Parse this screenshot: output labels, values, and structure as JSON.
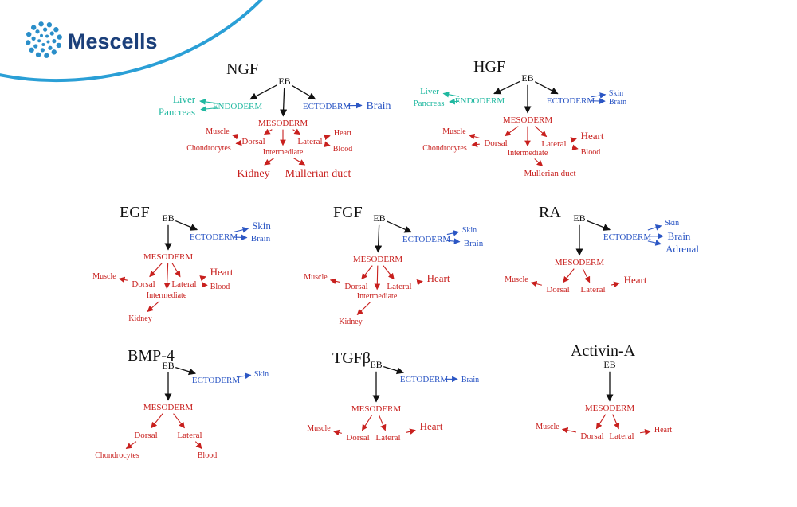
{
  "brand": {
    "name": "Mescells",
    "colors": {
      "text": "#1b3f7a",
      "arc": "#2a9fd6",
      "logo": "#2a8ec9"
    },
    "logo_icon": "dotted-ring-logo-icon"
  },
  "colors": {
    "ground": "#111111",
    "endoderm": "#1fb8a0",
    "mesoderm": "#c8201e",
    "ectoderm": "#2b56c4"
  },
  "panels": [
    {
      "id": "ngf",
      "title": "NGF",
      "nodes": [
        {
          "id": "eb",
          "text": "EB",
          "layer": "ground"
        },
        {
          "id": "endoderm",
          "text": "ENDODERM",
          "layer": "endoderm"
        },
        {
          "id": "liver",
          "text": "Liver",
          "layer": "endoderm"
        },
        {
          "id": "pancreas",
          "text": "Pancreas",
          "layer": "endoderm"
        },
        {
          "id": "ectoderm",
          "text": "ECTODERM",
          "layer": "ectoderm"
        },
        {
          "id": "brain",
          "text": "Brain",
          "layer": "ectoderm"
        },
        {
          "id": "mesoderm",
          "text": "MESODERM",
          "layer": "mesoderm"
        },
        {
          "id": "muscle",
          "text": "Muscle",
          "layer": "mesoderm"
        },
        {
          "id": "chondrocytes",
          "text": "Chondrocytes",
          "layer": "mesoderm"
        },
        {
          "id": "dorsal",
          "text": "Dorsal",
          "layer": "mesoderm"
        },
        {
          "id": "lateral",
          "text": "Lateral",
          "layer": "mesoderm"
        },
        {
          "id": "heart",
          "text": "Heart",
          "layer": "mesoderm"
        },
        {
          "id": "blood",
          "text": "Blood",
          "layer": "mesoderm"
        },
        {
          "id": "intermediate",
          "text": "Intermediate",
          "layer": "mesoderm"
        },
        {
          "id": "kidney",
          "text": "Kidney",
          "layer": "mesoderm"
        },
        {
          "id": "mullerian",
          "text": "Mullerian duct",
          "layer": "mesoderm"
        }
      ],
      "edges": [
        [
          "eb",
          "endoderm"
        ],
        [
          "eb",
          "mesoderm"
        ],
        [
          "eb",
          "ectoderm"
        ],
        [
          "endoderm",
          "liver"
        ],
        [
          "endoderm",
          "pancreas"
        ],
        [
          "ectoderm",
          "brain"
        ],
        [
          "mesoderm",
          "dorsal"
        ],
        [
          "mesoderm",
          "intermediate"
        ],
        [
          "mesoderm",
          "lateral"
        ],
        [
          "dorsal",
          "muscle"
        ],
        [
          "dorsal",
          "chondrocytes"
        ],
        [
          "lateral",
          "heart"
        ],
        [
          "lateral",
          "blood"
        ],
        [
          "intermediate",
          "kidney"
        ],
        [
          "intermediate",
          "mullerian"
        ]
      ]
    },
    {
      "id": "hgf",
      "title": "HGF",
      "nodes": [
        {
          "id": "eb",
          "text": "EB",
          "layer": "ground"
        },
        {
          "id": "endoderm",
          "text": "ENDODERM",
          "layer": "endoderm"
        },
        {
          "id": "liver",
          "text": "Liver",
          "layer": "endoderm"
        },
        {
          "id": "pancreas",
          "text": "Pancreas",
          "layer": "endoderm"
        },
        {
          "id": "ectoderm",
          "text": "ECTODERM",
          "layer": "ectoderm"
        },
        {
          "id": "skin",
          "text": "Skin",
          "layer": "ectoderm"
        },
        {
          "id": "brain",
          "text": "Brain",
          "layer": "ectoderm"
        },
        {
          "id": "mesoderm",
          "text": "MESODERM",
          "layer": "mesoderm"
        },
        {
          "id": "muscle",
          "text": "Muscle",
          "layer": "mesoderm"
        },
        {
          "id": "chondrocytes",
          "text": "Chondrocytes",
          "layer": "mesoderm"
        },
        {
          "id": "dorsal",
          "text": "Dorsal",
          "layer": "mesoderm"
        },
        {
          "id": "lateral",
          "text": "Lateral",
          "layer": "mesoderm"
        },
        {
          "id": "heart",
          "text": "Heart",
          "layer": "mesoderm"
        },
        {
          "id": "blood",
          "text": "Blood",
          "layer": "mesoderm"
        },
        {
          "id": "intermediate",
          "text": "Intermediate",
          "layer": "mesoderm"
        },
        {
          "id": "mullerian",
          "text": "Mullerian duct",
          "layer": "mesoderm"
        }
      ],
      "edges": [
        [
          "eb",
          "endoderm"
        ],
        [
          "eb",
          "mesoderm"
        ],
        [
          "eb",
          "ectoderm"
        ],
        [
          "endoderm",
          "liver"
        ],
        [
          "endoderm",
          "pancreas"
        ],
        [
          "ectoderm",
          "skin"
        ],
        [
          "ectoderm",
          "brain"
        ],
        [
          "mesoderm",
          "dorsal"
        ],
        [
          "mesoderm",
          "intermediate"
        ],
        [
          "mesoderm",
          "lateral"
        ],
        [
          "dorsal",
          "muscle"
        ],
        [
          "dorsal",
          "chondrocytes"
        ],
        [
          "lateral",
          "heart"
        ],
        [
          "lateral",
          "blood"
        ],
        [
          "intermediate",
          "mullerian"
        ]
      ]
    },
    {
      "id": "egf",
      "title": "EGF",
      "nodes": [
        {
          "id": "eb",
          "text": "EB",
          "layer": "ground"
        },
        {
          "id": "ectoderm",
          "text": "ECTODERM",
          "layer": "ectoderm"
        },
        {
          "id": "skin",
          "text": "Skin",
          "layer": "ectoderm"
        },
        {
          "id": "brain",
          "text": "Brain",
          "layer": "ectoderm"
        },
        {
          "id": "mesoderm",
          "text": "MESODERM",
          "layer": "mesoderm"
        },
        {
          "id": "muscle",
          "text": "Muscle",
          "layer": "mesoderm"
        },
        {
          "id": "dorsal",
          "text": "Dorsal",
          "layer": "mesoderm"
        },
        {
          "id": "lateral",
          "text": "Lateral",
          "layer": "mesoderm"
        },
        {
          "id": "heart",
          "text": "Heart",
          "layer": "mesoderm"
        },
        {
          "id": "blood",
          "text": "Blood",
          "layer": "mesoderm"
        },
        {
          "id": "intermediate",
          "text": "Intermediate",
          "layer": "mesoderm"
        },
        {
          "id": "kidney",
          "text": "Kidney",
          "layer": "mesoderm"
        }
      ],
      "edges": [
        [
          "eb",
          "mesoderm"
        ],
        [
          "eb",
          "ectoderm"
        ],
        [
          "ectoderm",
          "skin"
        ],
        [
          "ectoderm",
          "brain"
        ],
        [
          "mesoderm",
          "dorsal"
        ],
        [
          "mesoderm",
          "intermediate"
        ],
        [
          "mesoderm",
          "lateral"
        ],
        [
          "dorsal",
          "muscle"
        ],
        [
          "lateral",
          "heart"
        ],
        [
          "lateral",
          "blood"
        ],
        [
          "intermediate",
          "kidney"
        ]
      ]
    },
    {
      "id": "fgf",
      "title": "FGF",
      "nodes": [
        {
          "id": "eb",
          "text": "EB",
          "layer": "ground"
        },
        {
          "id": "ectoderm",
          "text": "ECTODERM",
          "layer": "ectoderm"
        },
        {
          "id": "skin",
          "text": "Skin",
          "layer": "ectoderm"
        },
        {
          "id": "brain",
          "text": "Brain",
          "layer": "ectoderm"
        },
        {
          "id": "mesoderm",
          "text": "MESODERM",
          "layer": "mesoderm"
        },
        {
          "id": "muscle",
          "text": "Muscle",
          "layer": "mesoderm"
        },
        {
          "id": "dorsal",
          "text": "Dorsal",
          "layer": "mesoderm"
        },
        {
          "id": "lateral",
          "text": "Lateral",
          "layer": "mesoderm"
        },
        {
          "id": "heart",
          "text": "Heart",
          "layer": "mesoderm"
        },
        {
          "id": "intermediate",
          "text": "Intermediate",
          "layer": "mesoderm"
        },
        {
          "id": "kidney",
          "text": "Kidney",
          "layer": "mesoderm"
        }
      ],
      "edges": [
        [
          "eb",
          "mesoderm"
        ],
        [
          "eb",
          "ectoderm"
        ],
        [
          "ectoderm",
          "skin"
        ],
        [
          "ectoderm",
          "brain"
        ],
        [
          "mesoderm",
          "dorsal"
        ],
        [
          "mesoderm",
          "intermediate"
        ],
        [
          "mesoderm",
          "lateral"
        ],
        [
          "dorsal",
          "muscle"
        ],
        [
          "lateral",
          "heart"
        ],
        [
          "intermediate",
          "kidney"
        ]
      ]
    },
    {
      "id": "ra",
      "title": "RA",
      "nodes": [
        {
          "id": "eb",
          "text": "EB",
          "layer": "ground"
        },
        {
          "id": "ectoderm",
          "text": "ECTODERM",
          "layer": "ectoderm"
        },
        {
          "id": "skin",
          "text": "Skin",
          "layer": "ectoderm"
        },
        {
          "id": "brain",
          "text": "Brain",
          "layer": "ectoderm"
        },
        {
          "id": "adrenal",
          "text": "Adrenal",
          "layer": "ectoderm"
        },
        {
          "id": "mesoderm",
          "text": "MESODERM",
          "layer": "mesoderm"
        },
        {
          "id": "muscle",
          "text": "Muscle",
          "layer": "mesoderm"
        },
        {
          "id": "dorsal",
          "text": "Dorsal",
          "layer": "mesoderm"
        },
        {
          "id": "lateral",
          "text": "Lateral",
          "layer": "mesoderm"
        },
        {
          "id": "heart",
          "text": "Heart",
          "layer": "mesoderm"
        }
      ],
      "edges": [
        [
          "eb",
          "mesoderm"
        ],
        [
          "eb",
          "ectoderm"
        ],
        [
          "ectoderm",
          "skin"
        ],
        [
          "ectoderm",
          "brain"
        ],
        [
          "ectoderm",
          "adrenal"
        ],
        [
          "mesoderm",
          "dorsal"
        ],
        [
          "mesoderm",
          "lateral"
        ],
        [
          "dorsal",
          "muscle"
        ],
        [
          "lateral",
          "heart"
        ]
      ]
    },
    {
      "id": "bmp4",
      "title": "BMP-4",
      "nodes": [
        {
          "id": "eb",
          "text": "EB",
          "layer": "ground"
        },
        {
          "id": "ectoderm",
          "text": "ECTODERM",
          "layer": "ectoderm"
        },
        {
          "id": "skin",
          "text": "Skin",
          "layer": "ectoderm"
        },
        {
          "id": "mesoderm",
          "text": "MESODERM",
          "layer": "mesoderm"
        },
        {
          "id": "dorsal",
          "text": "Dorsal",
          "layer": "mesoderm"
        },
        {
          "id": "lateral",
          "text": "Lateral",
          "layer": "mesoderm"
        },
        {
          "id": "chondrocytes",
          "text": "Chondrocytes",
          "layer": "mesoderm"
        },
        {
          "id": "blood",
          "text": "Blood",
          "layer": "mesoderm"
        }
      ],
      "edges": [
        [
          "eb",
          "mesoderm"
        ],
        [
          "eb",
          "ectoderm"
        ],
        [
          "ectoderm",
          "skin"
        ],
        [
          "mesoderm",
          "dorsal"
        ],
        [
          "mesoderm",
          "lateral"
        ],
        [
          "dorsal",
          "chondrocytes"
        ],
        [
          "lateral",
          "blood"
        ]
      ]
    },
    {
      "id": "tgfb",
      "title": "TGFβ",
      "nodes": [
        {
          "id": "eb",
          "text": "EB",
          "layer": "ground"
        },
        {
          "id": "ectoderm",
          "text": "ECTODERM",
          "layer": "ectoderm"
        },
        {
          "id": "brain",
          "text": "Brain",
          "layer": "ectoderm"
        },
        {
          "id": "mesoderm",
          "text": "MESODERM",
          "layer": "mesoderm"
        },
        {
          "id": "muscle",
          "text": "Muscle",
          "layer": "mesoderm"
        },
        {
          "id": "dorsal",
          "text": "Dorsal",
          "layer": "mesoderm"
        },
        {
          "id": "lateral",
          "text": "Lateral",
          "layer": "mesoderm"
        },
        {
          "id": "heart",
          "text": "Heart",
          "layer": "mesoderm"
        }
      ],
      "edges": [
        [
          "eb",
          "mesoderm"
        ],
        [
          "eb",
          "ectoderm"
        ],
        [
          "ectoderm",
          "brain"
        ],
        [
          "mesoderm",
          "dorsal"
        ],
        [
          "mesoderm",
          "lateral"
        ],
        [
          "dorsal",
          "muscle"
        ],
        [
          "lateral",
          "heart"
        ]
      ]
    },
    {
      "id": "activin",
      "title": "Activin-A",
      "nodes": [
        {
          "id": "eb",
          "text": "EB",
          "layer": "ground"
        },
        {
          "id": "mesoderm",
          "text": "MESODERM",
          "layer": "mesoderm"
        },
        {
          "id": "muscle",
          "text": "Muscle",
          "layer": "mesoderm"
        },
        {
          "id": "dorsal",
          "text": "Dorsal",
          "layer": "mesoderm"
        },
        {
          "id": "lateral",
          "text": "Lateral",
          "layer": "mesoderm"
        },
        {
          "id": "heart",
          "text": "Heart",
          "layer": "mesoderm"
        }
      ],
      "edges": [
        [
          "eb",
          "mesoderm"
        ],
        [
          "mesoderm",
          "dorsal"
        ],
        [
          "mesoderm",
          "lateral"
        ],
        [
          "dorsal",
          "muscle"
        ],
        [
          "lateral",
          "heart"
        ]
      ]
    }
  ]
}
